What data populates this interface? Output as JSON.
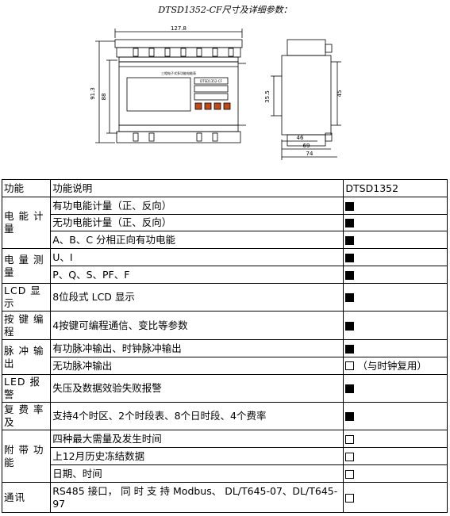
{
  "title": "DTSD1352-CF尺寸及详细参数：",
  "drawing": {
    "dims": {
      "front_width": "127.8",
      "front_height": "91.3",
      "front_inner_height": "88",
      "side_height": "45",
      "side_rail": "35.5",
      "side_d1": "46",
      "side_d2": "69",
      "side_d3": "74"
    },
    "panel_text_top": "DTSD1352-CF",
    "panel_text_lcd": "三相电子式多功能电能表"
  },
  "table": {
    "headers": [
      "功能",
      "功能说明",
      "DTSD1352"
    ],
    "rows": [
      {
        "group": "电 能 计量",
        "rowspan": 3,
        "desc": "有功电能计量（正、反向）",
        "mark": "filled",
        "note": ""
      },
      {
        "desc": "无功电能计量（正、反向）",
        "mark": "filled",
        "note": ""
      },
      {
        "desc": "A、B、C 分相正向有功电能",
        "mark": "filled",
        "note": ""
      },
      {
        "group": "电 量 测量",
        "rowspan": 2,
        "desc": "U、I",
        "mark": "filled",
        "note": ""
      },
      {
        "desc": "P、Q、S、PF、F",
        "mark": "filled",
        "note": ""
      },
      {
        "group": "LCD 显示",
        "rowspan": 1,
        "desc": "8位段式 LCD 显示",
        "mark": "filled",
        "note": ""
      },
      {
        "group": "按 键 编程",
        "rowspan": 1,
        "desc": "4按键可编程通信、变比等参数",
        "mark": "filled",
        "note": ""
      },
      {
        "group": "脉 冲 输出",
        "rowspan": 2,
        "desc": "有功脉冲输出、时钟脉冲输出",
        "mark": "filled",
        "note": ""
      },
      {
        "desc": "无功脉冲输出",
        "mark": "empty",
        "note": "（与时钟复用）"
      },
      {
        "group": "LED 报警",
        "rowspan": 1,
        "desc": "失压及数据效验失败报警",
        "mark": "filled",
        "note": ""
      },
      {
        "group": "复 费 率及",
        "rowspan": 1,
        "desc": "支持4个时区、2个时段表、8个日时段、4个费率",
        "mark": "filled",
        "note": ""
      },
      {
        "group": "附 带 功能",
        "rowspan": 3,
        "desc": "四种最大需量及发生时间",
        "mark": "empty",
        "note": ""
      },
      {
        "desc": "上12月历史冻结数据",
        "mark": "empty",
        "note": ""
      },
      {
        "desc": "日期、时间",
        "mark": "empty",
        "note": ""
      },
      {
        "group": "通讯",
        "rowspan": 1,
        "desc": "RS485 接口， 同 时 支 持 Modbus、 DL/T645-07、DL/T645-97",
        "mark": "empty",
        "note": ""
      }
    ]
  }
}
